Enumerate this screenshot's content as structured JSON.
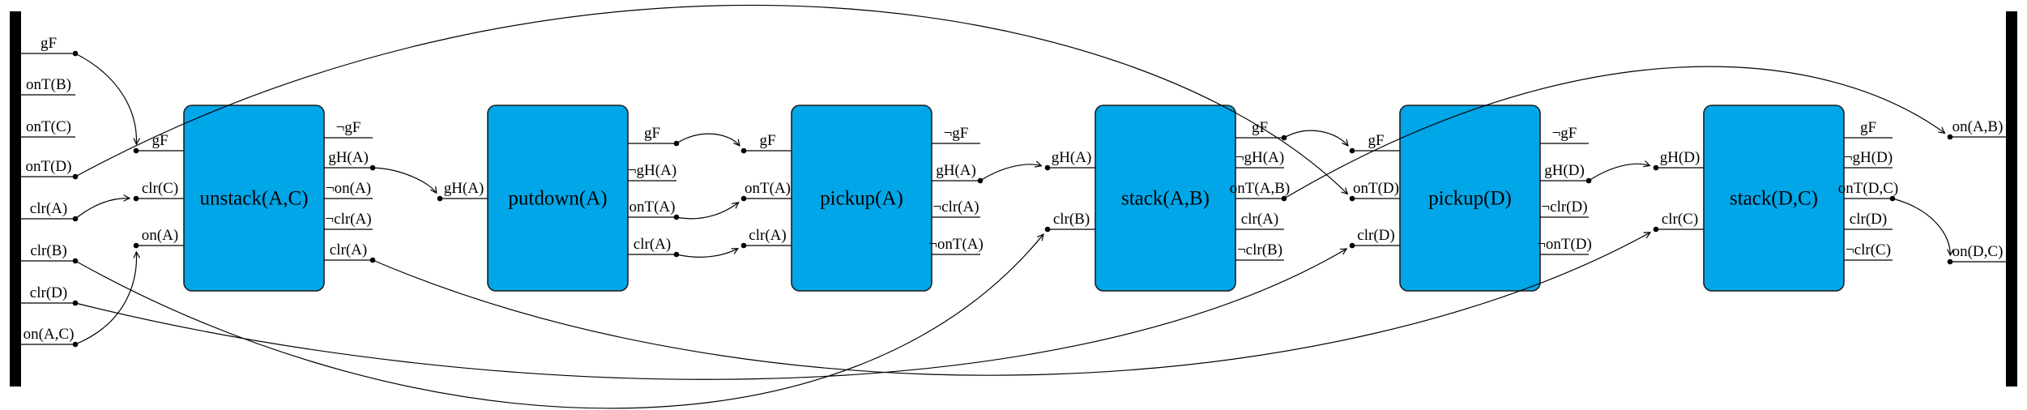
{
  "diagram": {
    "kind": "blocks-world plan / causal graph",
    "initial_facts": [
      "gF",
      "onT(B)",
      "onT(C)",
      "onT(D)",
      "clr(A)",
      "clr(B)",
      "clr(D)",
      "on(A,C)"
    ],
    "goal_facts": [
      "on(A,B)",
      "on(D,C)"
    ],
    "actions": [
      {
        "name": "unstack(A,C)",
        "preconditions": [
          "gF",
          "clr(C)",
          "on(A)"
        ],
        "effects": [
          "¬gF",
          "gH(A)",
          "¬on(A)",
          "¬clr(A)",
          "clr(A)"
        ]
      },
      {
        "name": "putdown(A)",
        "preconditions": [
          "gH(A)"
        ],
        "effects": [
          "gF",
          "¬gH(A)",
          "onT(A)",
          "clr(A)"
        ]
      },
      {
        "name": "pickup(A)",
        "preconditions": [
          "gF",
          "onT(A)",
          "clr(A)"
        ],
        "effects": [
          "¬gF",
          "gH(A)",
          "¬clr(A)",
          "¬onT(A)"
        ]
      },
      {
        "name": "stack(A,B)",
        "preconditions": [
          "gH(A)",
          "clr(B)"
        ],
        "effects": [
          "gF",
          "¬gH(A)",
          "onT(A,B)",
          "clr(A)",
          "¬clr(B)"
        ]
      },
      {
        "name": "pickup(D)",
        "preconditions": [
          "gF",
          "onT(D)",
          "clr(D)"
        ],
        "effects": [
          "¬gF",
          "gH(D)",
          "¬clr(D)",
          "¬onT(D)"
        ]
      },
      {
        "name": "stack(D,C)",
        "preconditions": [
          "gH(D)",
          "clr(C)"
        ],
        "effects": [
          "gF",
          "¬gH(D)",
          "onT(D,C)",
          "clr(D)",
          "¬clr(C)"
        ]
      }
    ],
    "connections": [
      {
        "from": "init:gF",
        "to": "unstack(A,C):in:gF"
      },
      {
        "from": "init:clr(A)",
        "to": "unstack(A,C):in:clr(C)"
      },
      {
        "from": "init:on(A,C)",
        "to": "unstack(A,C):in:on(A)"
      },
      {
        "from": "init:onT(D)",
        "to": "pickup(D):in:onT(D)"
      },
      {
        "from": "init:clr(B)",
        "to": "stack(A,B):in:clr(B)"
      },
      {
        "from": "init:clr(D)",
        "to": "pickup(D):in:clr(D)"
      },
      {
        "from": "unstack(A,C):out:gH(A)",
        "to": "putdown(A):in:gH(A)"
      },
      {
        "from": "unstack(A,C):out:clr(A)",
        "to": "stack(D,C):in:clr(C)"
      },
      {
        "from": "putdown(A):out:gF",
        "to": "pickup(A):in:gF"
      },
      {
        "from": "putdown(A):out:onT(A)",
        "to": "pickup(A):in:onT(A)"
      },
      {
        "from": "putdown(A):out:clr(A)",
        "to": "pickup(A):in:clr(A)"
      },
      {
        "from": "pickup(A):out:gH(A)",
        "to": "stack(A,B):in:gH(A)"
      },
      {
        "from": "stack(A,B):out:gF",
        "to": "pickup(D):in:gF"
      },
      {
        "from": "stack(A,B):out:onT(A,B)",
        "to": "goal:on(A,B)"
      },
      {
        "from": "pickup(D):out:gH(D)",
        "to": "stack(D,C):in:gH(D)"
      },
      {
        "from": "stack(D,C):out:onT(D,C)",
        "to": "goal:on(D,C)"
      }
    ]
  },
  "colors": {
    "action_fill": "#00a6e7",
    "action_border": "#1f1f1f",
    "line": "#000000",
    "bar": "#000000",
    "background": "#ffffff"
  }
}
